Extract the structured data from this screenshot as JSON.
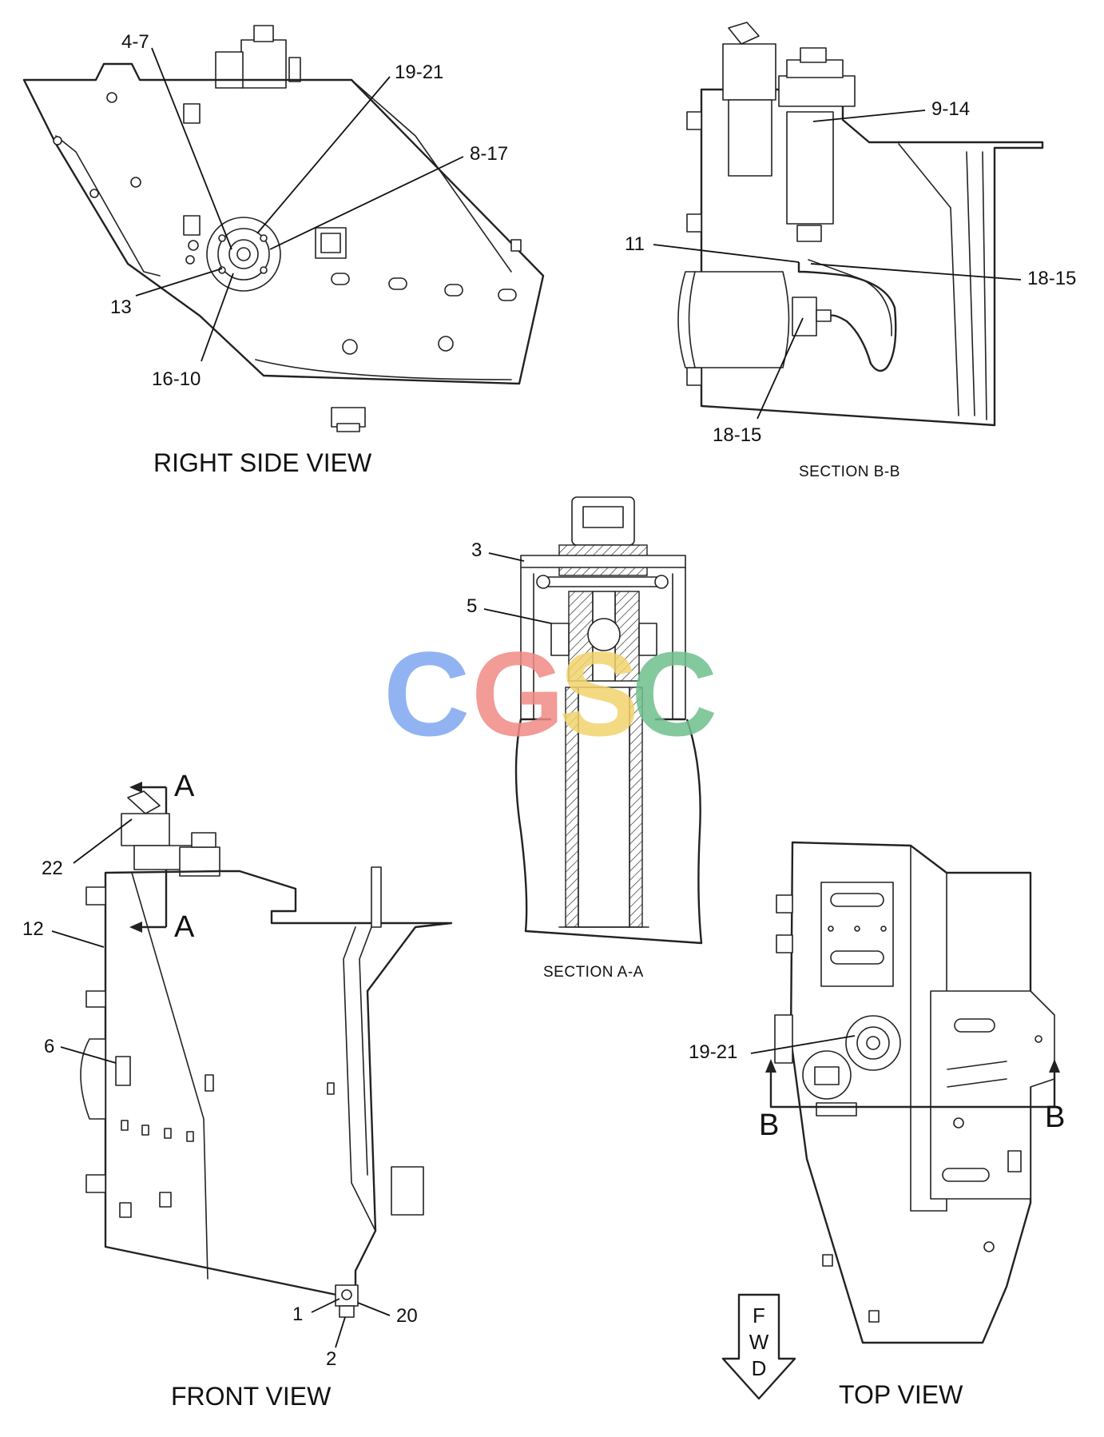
{
  "views": {
    "right_side": "RIGHT SIDE VIEW",
    "section_bb": "SECTION B-B",
    "section_aa": "SECTION A-A",
    "front": "FRONT VIEW",
    "top": "TOP VIEW"
  },
  "callouts": {
    "rs_4_7": "4-7",
    "rs_19_21": "19-21",
    "rs_8_17": "8-17",
    "rs_13": "13",
    "rs_16_10": "16-10",
    "bb_9_14": "9-14",
    "bb_11": "11",
    "bb_18_15_a": "18-15",
    "bb_18_15_b": "18-15",
    "aa_3": "3",
    "aa_5": "5",
    "fv_22": "22",
    "fv_12": "12",
    "fv_6": "6",
    "fv_1": "1",
    "fv_20": "20",
    "fv_2": "2",
    "tv_19_21": "19-21"
  },
  "section_marks": {
    "a_top": "A",
    "a_bottom": "A",
    "b_left": "B",
    "b_right": "B"
  },
  "fwd_arrow": {
    "letters": [
      "F",
      "W",
      "D"
    ]
  },
  "watermark": {
    "text": "CGSC",
    "colors": [
      "#7ea6f0",
      "#f08a86",
      "#f3d36e",
      "#6fbf8e"
    ]
  }
}
